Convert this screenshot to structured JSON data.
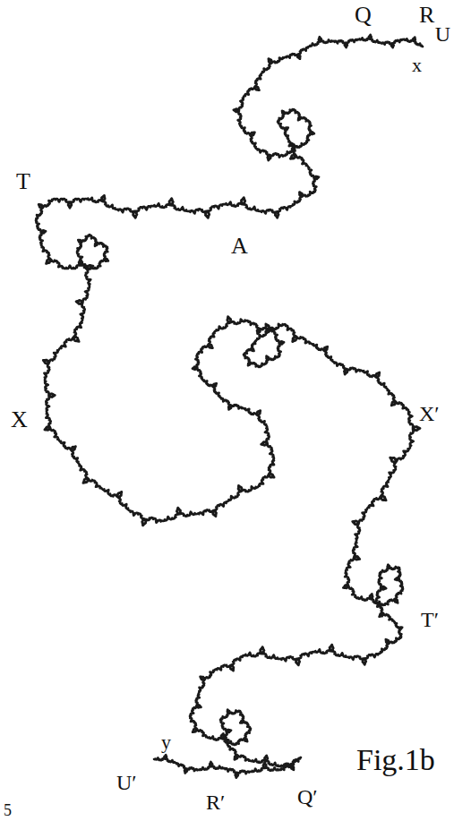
{
  "diagram": {
    "labels": [
      "Q",
      "R",
      "U",
      "x",
      "T",
      "A",
      "X",
      "X′",
      "T′",
      "y",
      "Fig.1b",
      "U′",
      "R′",
      "Q′",
      "5"
    ]
  }
}
